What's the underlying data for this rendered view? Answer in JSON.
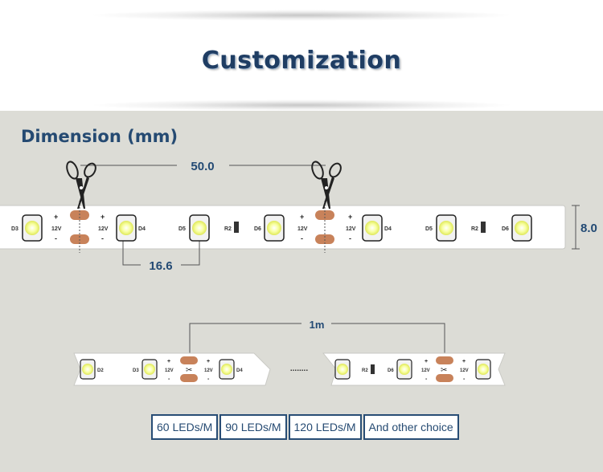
{
  "header": {
    "title": "Customization"
  },
  "section": {
    "title": "Dimension (mm)"
  },
  "dimensions": {
    "cut_spacing": "50.0",
    "led_spacing": "16.6",
    "strip_width": "8.0",
    "length": "1m",
    "ellipsis": "........"
  },
  "strip_top": {
    "leds": [
      "D3",
      "D4",
      "D5",
      "D6",
      "D4",
      "D5",
      "D6"
    ],
    "resistors": [
      "R2",
      "R2"
    ],
    "plus": "+",
    "minus": "-",
    "voltage": "12V"
  },
  "strip_bottom": {
    "leds": [
      "D2",
      "D3",
      "D4",
      "D6"
    ],
    "resistors": [
      "R2"
    ],
    "plus": "+",
    "minus": "-",
    "voltage": "12V"
  },
  "options": [
    "60 LEDs/M",
    "90 LEDs/M",
    "120 LEDs/M",
    "And other choice"
  ],
  "colors": {
    "heading": "#1f3d63",
    "accent": "#254a72",
    "panel": "#dcdcd6",
    "strip": "#ffffff",
    "led": "#f4ff66",
    "pad": "#c8825a"
  },
  "icons": [
    "scissors-icon",
    "scissors-icon"
  ]
}
